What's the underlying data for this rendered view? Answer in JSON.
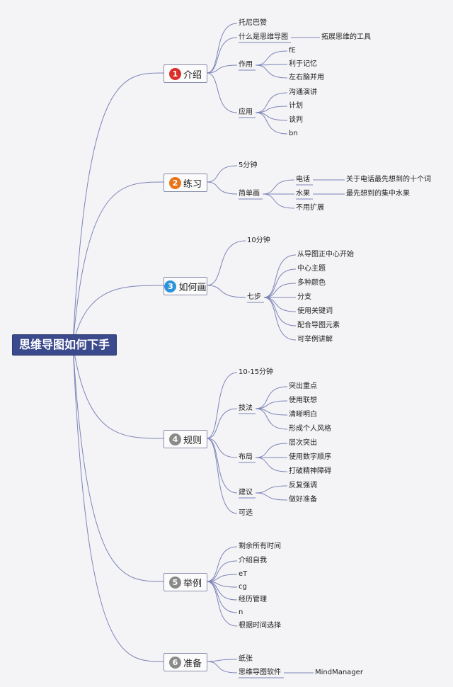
{
  "root": {
    "label": "思维导图如何下手",
    "fill": "#3b4a8c"
  },
  "line_color": "#7d84b8",
  "branches": [
    {
      "id": "b1",
      "badge": "1",
      "badge_color": "#d9302a",
      "label": "介绍",
      "children": [
        {
          "label": "托尼巴赞"
        },
        {
          "label": "什么是思维导图",
          "children": [
            {
              "label": "拓展思维的工具"
            }
          ]
        },
        {
          "label": "作用",
          "children": [
            {
              "label": "fE"
            },
            {
              "label": "利于记忆"
            },
            {
              "label": "左右脑并用"
            }
          ]
        },
        {
          "label": "应用",
          "children": [
            {
              "label": "沟通演讲"
            },
            {
              "label": "计划"
            },
            {
              "label": "谈判"
            },
            {
              "label": "bn"
            }
          ]
        }
      ]
    },
    {
      "id": "b2",
      "badge": "2",
      "badge_color": "#e8751a",
      "label": "练习",
      "children": [
        {
          "label": "5分钟"
        },
        {
          "label": "简单画",
          "children": [
            {
              "label": "电话",
              "children": [
                {
                  "label": "关于电话最先想到的十个词"
                }
              ]
            },
            {
              "label": "水果",
              "children": [
                {
                  "label": "最先想到的集中水果"
                }
              ]
            },
            {
              "label": "不用扩展"
            }
          ]
        }
      ]
    },
    {
      "id": "b3",
      "badge": "3",
      "badge_color": "#2e93d8",
      "label": "如何画",
      "children": [
        {
          "label": "10分钟"
        },
        {
          "label": "七步",
          "children": [
            {
              "label": "从导图正中心开始"
            },
            {
              "label": "中心主题"
            },
            {
              "label": "多种颜色"
            },
            {
              "label": "分支"
            },
            {
              "label": "使用关键词"
            },
            {
              "label": "配合导图元素"
            },
            {
              "label": "可举例讲解"
            }
          ]
        }
      ]
    },
    {
      "id": "b4",
      "badge": "4",
      "badge_color": "#8a8a8a",
      "label": "规则",
      "children": [
        {
          "label": "10-15分钟"
        },
        {
          "label": "技法",
          "children": [
            {
              "label": "突出重点"
            },
            {
              "label": "使用联想"
            },
            {
              "label": "清晰明白"
            },
            {
              "label": "形成个人风格"
            }
          ]
        },
        {
          "label": "布局",
          "children": [
            {
              "label": "层次突出"
            },
            {
              "label": "使用数字顺序"
            },
            {
              "label": "打破精神障碍"
            }
          ]
        },
        {
          "label": "建议",
          "children": [
            {
              "label": "反复强调"
            },
            {
              "label": "做好准备"
            }
          ]
        },
        {
          "label": "可选"
        }
      ]
    },
    {
      "id": "b5",
      "badge": "5",
      "badge_color": "#8a8a8a",
      "label": "举例",
      "children": [
        {
          "label": "剩余所有时间"
        },
        {
          "label": "介绍自我"
        },
        {
          "label": "eT"
        },
        {
          "label": "cg"
        },
        {
          "label": "经历管理"
        },
        {
          "label": "n"
        },
        {
          "label": "根据时间选择"
        }
      ]
    },
    {
      "id": "b6",
      "badge": "6",
      "badge_color": "#8a8a8a",
      "label": "准备",
      "children": [
        {
          "label": "纸张"
        },
        {
          "label": "思维导图软件",
          "children": [
            {
              "label": "MindManager"
            }
          ]
        }
      ]
    }
  ]
}
